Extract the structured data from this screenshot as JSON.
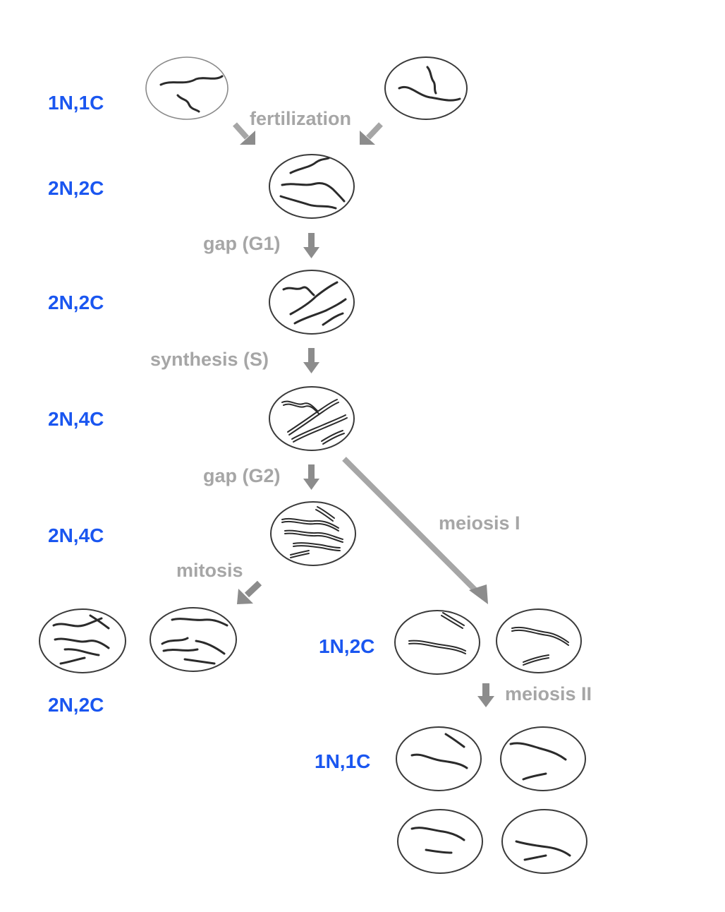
{
  "labels": {
    "haploid_gamete": "1N,1C",
    "zygote": "2N,2C",
    "g1": "2N,2C",
    "after_s": "2N,4C",
    "after_g2": "2N,4C",
    "mitosis_products": "2N,2C",
    "meiosis1_products": "1N,2C",
    "meiosis2_products": "1N,1C"
  },
  "steps": {
    "fertilization": "fertilization",
    "gap_g1": "gap (G1)",
    "synthesis": "synthesis (S)",
    "gap_g2": "gap (G2)",
    "mitosis": "mitosis",
    "meiosis1": "meiosis I",
    "meiosis2": "meiosis II"
  },
  "colors": {
    "ploidy_label": "#1a56f0",
    "step_label": "#a6a6a6",
    "arrow": "#8c8c8c"
  }
}
